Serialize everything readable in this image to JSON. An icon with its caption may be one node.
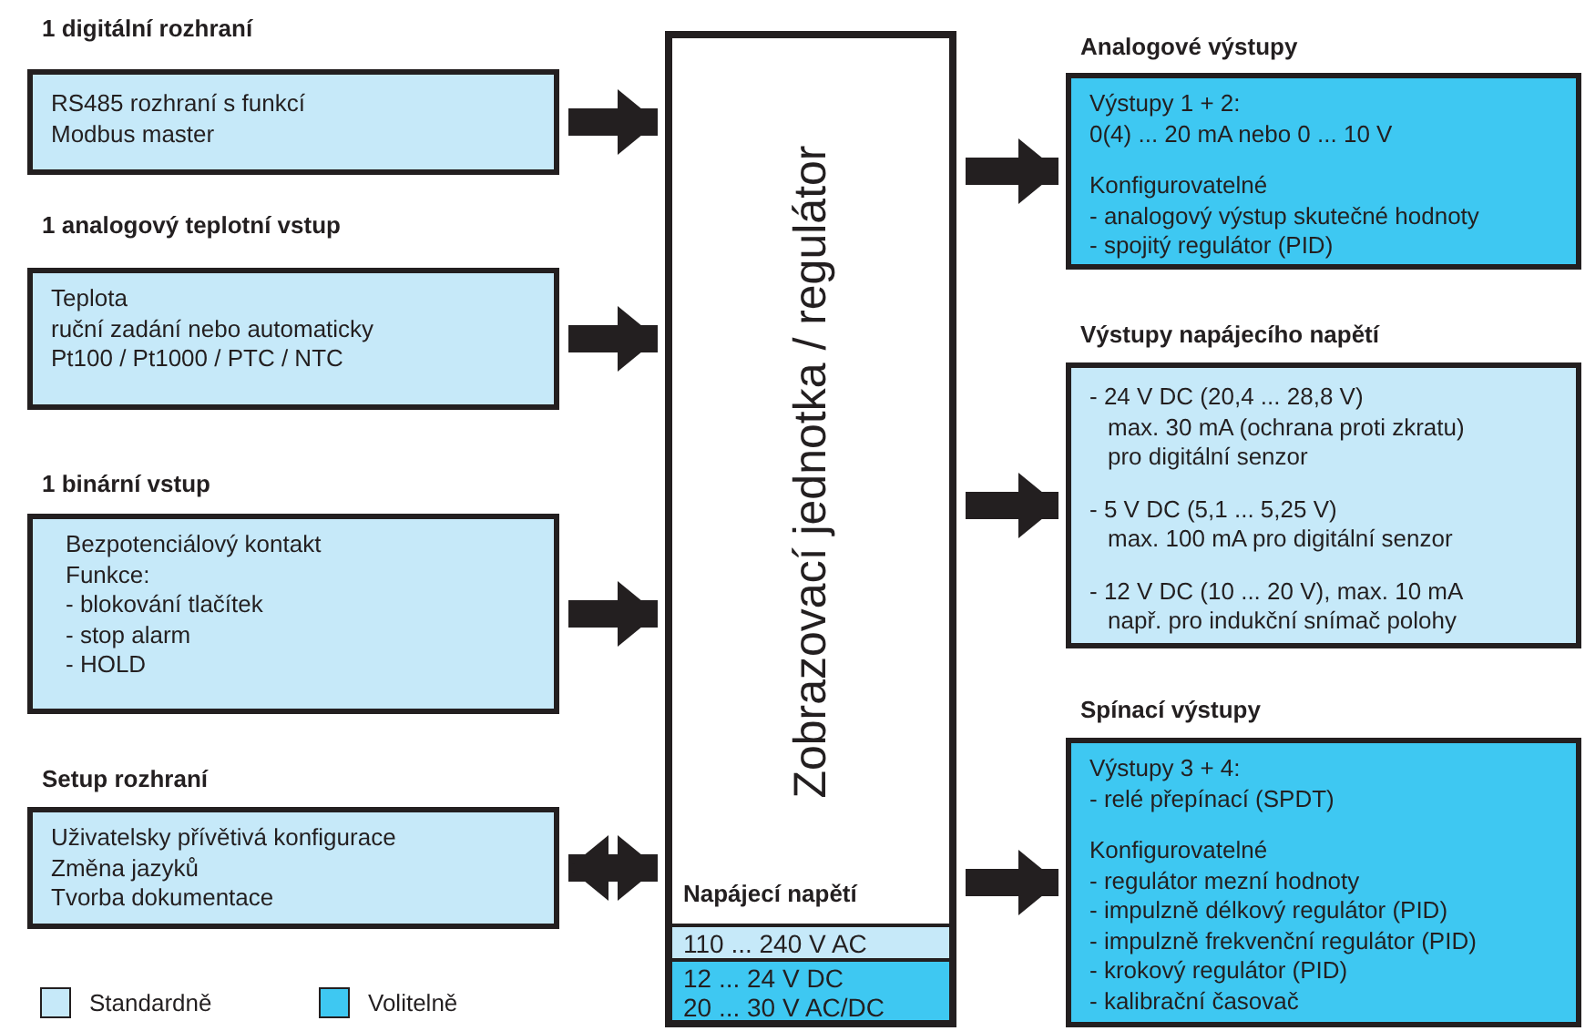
{
  "diagram": {
    "nodes": [
      {
        "text": [
          "1 digitální rozhraní",
          "RS485 rozhraní s funkcí",
          "Modbus master"
        ]
      },
      {
        "text": [
          "1 analogový teplotní vstup",
          "Teplota",
          "ruční zadání nebo automaticky",
          "Pt100 / Pt1000 / PTC / NTC"
        ]
      },
      {
        "text": [
          "1 binární vstup",
          "Bezpotenciálový kontakt",
          "Funkce:",
          "- blokování tlačítek",
          "- stop alarm",
          "- HOLD"
        ]
      },
      {
        "text": [
          "Setup rozhraní",
          "Uživatelsky přívětivá konfigurace",
          "Změna jazyků",
          "Tvorba dokumentace"
        ]
      },
      {
        "text": [
          "Zobrazovací jednotka / regulátor",
          "Napájecí napětí"
        ]
      },
      {
        "text": [
          "110 ... 240 V AC"
        ],
        "in": 4
      },
      {
        "text": [
          "12 ... 24 V DC",
          "20 ... 30 V AC/DC"
        ],
        "in": 4
      },
      {
        "text": [
          "Analogové výstupy",
          "Výstupy 1 + 2:",
          "0(4) ... 20 mA nebo 0 ... 10 V",
          "Konfigurovatelné",
          "- analogový výstup skutečné hodnoty",
          "- spojitý regulátor (PID)"
        ]
      },
      {
        "text": [
          "Výstupy napájecího napětí",
          "- 24 V DC (20,4 ... 28,8 V)",
          "max. 30 mA (ochrana proti zkratu)",
          "pro digitální senzor",
          "- 5 V DC (5,1 ... 5,25 V)",
          "max. 100 mA pro digitální senzor",
          "- 12 V DC (10 ... 20 V), max. 10 mA",
          "např. pro indukční snímač polohy"
        ]
      },
      {
        "text": [
          "Spínací výstupy",
          "Výstupy 3 + 4:",
          "- relé přepínací (SPDT)",
          "Konfigurovatelné",
          "- regulátor mezní hodnoty",
          "- impulzně délkový regulátor (PID)",
          "- impulzně frekvenční regulátor (PID)",
          "- krokový regulátor (PID)",
          "- kalibrační časovač"
        ]
      }
    ],
    "edges": [
      {
        "from": 0,
        "to": 4,
        "arrow": "to"
      },
      {
        "from": 1,
        "to": 4,
        "arrow": "to"
      },
      {
        "from": 2,
        "to": 4,
        "arrow": "to"
      },
      {
        "from": 3,
        "to": 4,
        "arrow": "both"
      },
      {
        "from": 4,
        "to": 7,
        "arrow": "to"
      },
      {
        "from": 4,
        "to": 8,
        "arrow": "to"
      },
      {
        "from": 4,
        "to": 9,
        "arrow": "to"
      }
    ],
    "legend": [
      {
        "text": "Standardně",
        "color": "#c6e9f9"
      },
      {
        "text": "Volitelně",
        "color": "#3ec8f2"
      }
    ]
  }
}
